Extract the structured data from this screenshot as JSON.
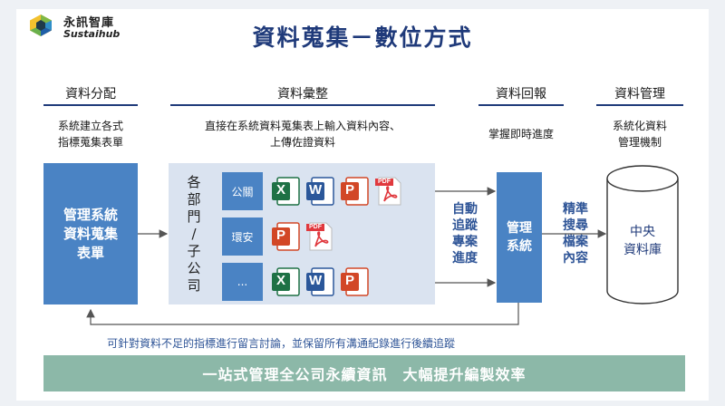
{
  "brand": {
    "name_cn": "永訊智庫",
    "name_en": "Sustaihub"
  },
  "title": "資料蒐集－數位方式",
  "columns": [
    {
      "heading": "資料分配",
      "desc": [
        "系統建立各式",
        "指標蒐集表單"
      ]
    },
    {
      "heading": "資料彙整",
      "desc": [
        "直接在系統資料蒐集表上輸入資料內容、",
        "上傳佐證資料"
      ]
    },
    {
      "heading": "資料回報",
      "desc": [
        "掌握即時進度"
      ]
    },
    {
      "heading": "資料管理",
      "desc": [
        "系統化資料",
        "管理機制"
      ]
    }
  ],
  "boxes": {
    "form": [
      "管理系統",
      "資料蒐集",
      "表單"
    ],
    "system": [
      "管理",
      "系統"
    ],
    "database": [
      "中央",
      "資料庫"
    ]
  },
  "departments": {
    "vertical_label": [
      "各",
      "部",
      "門",
      "/",
      "子",
      "公",
      "司"
    ]
  },
  "rows": [
    {
      "label": "公關",
      "icons": [
        "excel-icon",
        "word-icon",
        "powerpoint-icon",
        "pdf-icon"
      ]
    },
    {
      "label": "環安",
      "icons": [
        "powerpoint-icon",
        "pdf-icon"
      ]
    },
    {
      "label": "...",
      "icons": [
        "excel-icon",
        "word-icon",
        "powerpoint-icon"
      ]
    }
  ],
  "auto_tracking": [
    "自動",
    "追蹤",
    "專案",
    "進度"
  ],
  "precise_search": [
    "精準",
    "搜尋",
    "檔案",
    "內容"
  ],
  "pdf_tag": "PDF",
  "icon_letters": {
    "excel": "X",
    "word": "W",
    "powerpoint": "P"
  },
  "footnote": "可針對資料不足的指標進行留言討論，並保留所有溝通紀錄進行後續追蹤",
  "banner": "一站式管理全公司永續資訊　大幅提升編製效率",
  "colors": {
    "title": "#1f3a7a",
    "box": "#4a83c4",
    "panel": "#dae3f0",
    "banner": "#8cb8a8",
    "excel": "#1e7145",
    "word": "#2b579a",
    "powerpoint": "#d24726",
    "pdf": "#e0393e"
  }
}
